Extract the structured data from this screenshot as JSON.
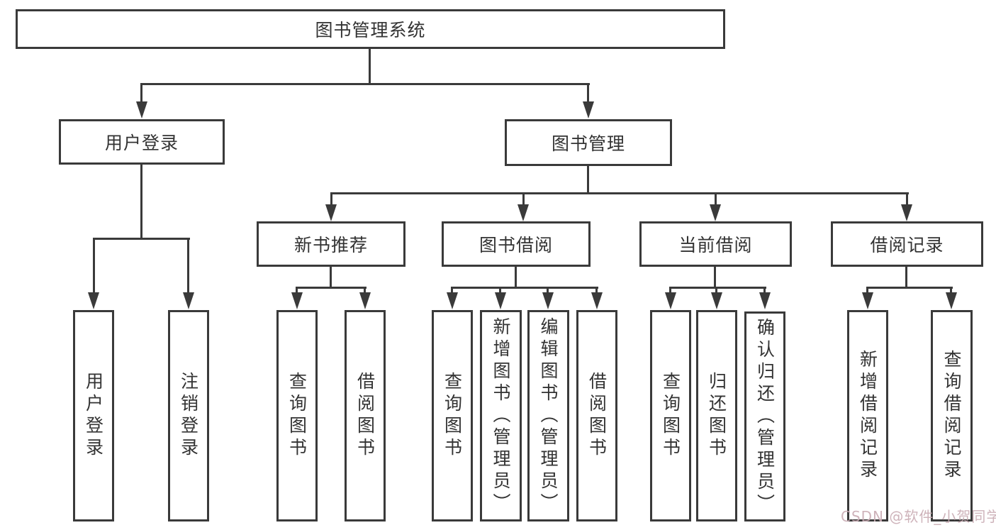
{
  "tree": {
    "root": "图书管理系统",
    "children": [
      {
        "label": "用户登录",
        "children": [
          {
            "label": "用户登录"
          },
          {
            "label": "注销登录"
          }
        ]
      },
      {
        "label": "图书管理",
        "children": [
          {
            "label": "新书推荐",
            "children": [
              {
                "label": "查询图书"
              },
              {
                "label": "借阅图书"
              }
            ]
          },
          {
            "label": "图书借阅",
            "children": [
              {
                "label": "查询图书"
              },
              {
                "label": "新增图书（管理员）"
              },
              {
                "label": "编辑图书（管理员）"
              },
              {
                "label": "借阅图书"
              }
            ]
          },
          {
            "label": "当前借阅",
            "children": [
              {
                "label": "查询图书"
              },
              {
                "label": "归还图书"
              },
              {
                "label": "确认归还（管理员）"
              }
            ]
          },
          {
            "label": "借阅记录",
            "children": [
              {
                "label": "新增借阅记录"
              },
              {
                "label": "查询借阅记录"
              }
            ]
          }
        ]
      }
    ]
  },
  "watermark": {
    "text": "CSDN @软件_小贺同学"
  },
  "colors": {
    "line": "#3a3a3a",
    "text": "#333333",
    "watermark": "#c9abb3",
    "background": "#ffffff"
  }
}
